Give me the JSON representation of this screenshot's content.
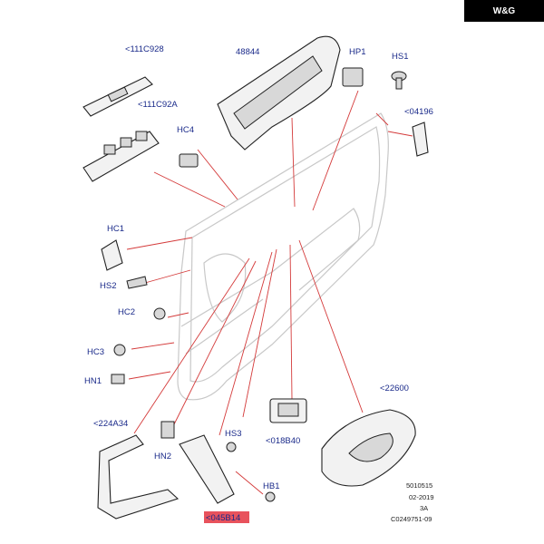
{
  "brand": {
    "logo_text": "W&G"
  },
  "labels": {
    "c111c928": "<111C928",
    "p48844": "48844",
    "hp1": "HP1",
    "hs1": "HS1",
    "c111c92a": "<111C92A",
    "c04196": "<04196",
    "hc4": "HC4",
    "hc1": "HC1",
    "hs2": "HS2",
    "hc2": "HC2",
    "hc3": "HC3",
    "hn1": "HN1",
    "c22600": "<22600",
    "c224a34": "<224A34",
    "hn2": "HN2",
    "hs3": "HS3",
    "c018b40": "<018B40",
    "hb1": "HB1",
    "c045b14": "<045B14"
  },
  "highlight_color": "#e8525c",
  "footer": {
    "line1": "5010515",
    "line2": "02-2019",
    "line3": "3A",
    "line4": "C0249751-09"
  }
}
